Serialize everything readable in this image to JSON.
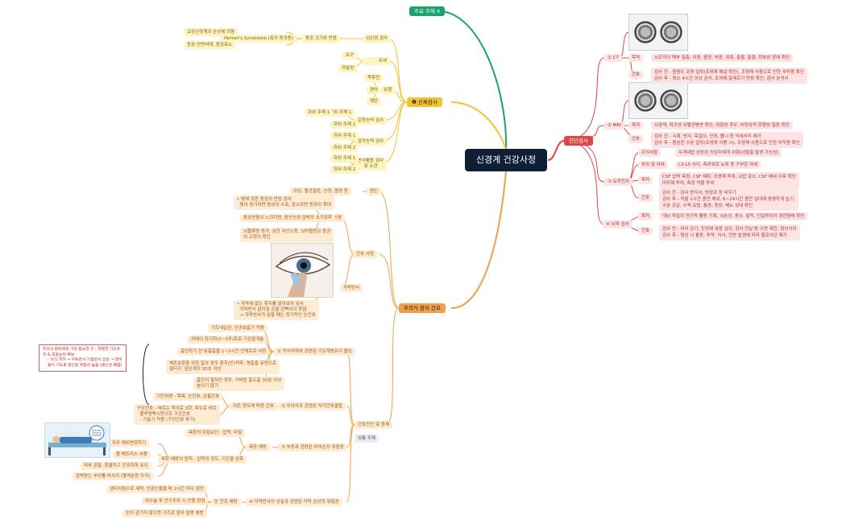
{
  "root": "신경계 건강사정",
  "topic4": "주요 주제 4",
  "diag": {
    "title": "진단검사",
    "ct": "① CT",
    "mri": "② MRI",
    "lp": "③ 요추천자",
    "eeg": "④ 뇌파 검사",
    "purpose": "목적",
    "nursing": "간호",
    "caution": "주의사항",
    "pos": "부위 및 자세",
    "ct_purpose": "뇌조직의 해부 밀층, 이중, 종양, 부종, 위축, 출혈, 출결, 회복성 장애 확인",
    "ct_nursing": "검사 전 - 종음도 조영 섭취(조영제 예살 확인), 조영제 사용으로 인한 부작용 확인\n검사 후 - 최소 4시간 이상 금식, 조영제 알레르기 반응 확인, 검사 분석서",
    "mri_purpose": "뇌경색, 파괴성 뇌혈관병변 확인, 위험성 추우, 비정상적 회행성 질환 확인",
    "mri_nursing": "검사 전 - 시계, 반지, 목걸이, 안경, 틀니 등 악세사리 제거\n검사 후 - 충분한 수분 섭취(조영제 사용 시), 조영제 사용으로 인한 부작용 확인",
    "lp_caution": "두개내압 상승된 의심자에게 위험(뇌탈출 발생 가능성)",
    "lp_pos": "L3-L5 사이, 측와위로 뇨위 종 구부린 자세",
    "lp_purpose": "CSF 압력 측정, CSF 채취, 조영제 투여, 뇌압 감소, CSF 배내 이후 확인\n마취제 투여, 측정 약물 투여",
    "lp_nursing": "검사 전 - 검사 방식서, 방광과 장 비우기\n검사 후 - 적을 1시간 충만 체위, 6~24시간 충만 일대에 평평하게 눕기,\n수분 공급, 수액 요법, 통증, 증상, 배뇨 상태 확인",
    "eeg_purpose": "대뇌 피질의 전기적 활동 기록, 뇌손상, 종수, 발작, 인질루와의 경련형태 확인",
    "eeg_nursing": "검사 전 - 머리 감기, 진정제 복용 금지, 검사 전날 밤 수면 제한, 항상식이\n검사 후 - 평상 시 활동, 투약, 식사, 전반 발생에 따라 볼로이던 제거"
  },
  "phys": {
    "title": "❶ 신체검사",
    "cranial": "뇌신경 검사",
    "reflex_test": "동공 크기와 반응",
    "horner": "Horner's Syndrome (축의 동공증)",
    "horner1": "교감신경계의 손상에 의함",
    "horner2": "동공-안면비대, 동공축소",
    "posture": "자세",
    "pos1": "요구",
    "pos2": "자발성",
    "motor": "보행",
    "m1": "족후면",
    "m2": "편마",
    "m3": "제안",
    "coord": "운동능력 검사",
    "sens": "감각능력 검사",
    "reflex": "반사활동 검사\n및 소견",
    "sub1": "하위 주제 1",
    "sub2": "하위 주제 2",
    "subsub": "하위 주제 1"
  },
  "uncon": {
    "title": "무의식 환자 간호",
    "cause": "원인",
    "cause_detail": "외상, 혈관질환, 산경, 종양 등",
    "assess": "간호 사정",
    "pupil": "동공반응",
    "pupil_detail": "• 빛에 의한 동공의 반응 검사\n  빛이 증가하면 동공이 수축, 감소하면 동공이 확대",
    "pupil2": "동공반응이 느려지면, 종안신경 압박의 초기징후",
    "pupil3": "뇌혈류량 증가, 심한 저산소증, 뇌허혈증은 동공\n이 고정이 확인",
    "corneal": "각막반사",
    "corneal_detail": "• 각막에 없는 휴지를 달아보아 검사\n  각막반사 없어질 손을 감빡이지 못함\n  → 각막반사가 없을 때는 정기적인 눈간호",
    "care": "간호진단 및 중재",
    "mid": "보통 주제",
    "nd1": "① 의식저하와 관련된 기도개방유지 불능",
    "nd1_items": [
      "기도내삽관, 인공호흡기 적용",
      "외에이 정기회(2~3주)토로 기관절개술",
      "흡인하기 전 보흡흡을 1~2시간 안채로로 사정",
      "체온순환을 위한 일상 경우 중주(안)적후, 영흥을 유연으로\n필터구, 잎단계의 30초 이상",
      "흡인의 필자인 경우, 가바린 흡도흡 30분 이상\n높이기 않기"
    ],
    "note": "무의식 환자에게 가장 중요한 것 : 적절한 기도유\n지 & 호흡능력 확보\n    - 의식 저하 → 구토반사 기침반사 상실 → 분비\n    물이 기도로 흡인될 위험성 높음 (흡인성 폐렴)",
    "nd2": "② 무의식과 관련된 자가간호결핍",
    "nd2_sub": "의존 정도에 따른 간호",
    "nd2_a": "기인위생 - 목욕, 눈간호, 손톱간호",
    "nd2_b": "구강간호 - 바르는 적이로 3회, 후두로 바르\n  폴루엔펙시연으로 구강간호\n  - 기술기 적용 (구강간호 후기)",
    "nd3": "③ 부동과 관련된 피부손상 위험성",
    "nd3_sub": "욕창 예방",
    "nd3_a": "욕창의 위험요인 : 압력, 마찰",
    "nd3_b": "욕창 예방의 원칙 - 압력의 정도, 기간을 완화",
    "nd3_c": "자주 체위변경하기",
    "nd3_d": "몸 메트리스 사용",
    "nd3_e": "피부 관찰, 청결하고 건조하게 유지",
    "nd3_f": "압박받는 부위를 마사지 (혈액순환 자극)",
    "nd4": "④ 각막반사의 상실과 관련된 각막 손상의 위험성",
    "nd4_sub": "눈 건조 예방",
    "nd4_a": "생리식염수로 세척, 인공눈물을 매 2시간 마다 점안",
    "nd4_b": "외수술 후 안구주위 시 안용 장점",
    "nd4_c": "눈이 감기지 않으면 거즈로 덮어 실명 예방"
  },
  "colors": {
    "green": "#1aa36f",
    "red": "#e04545",
    "yellow": "#f2c431",
    "orange": "#f0a04a"
  }
}
